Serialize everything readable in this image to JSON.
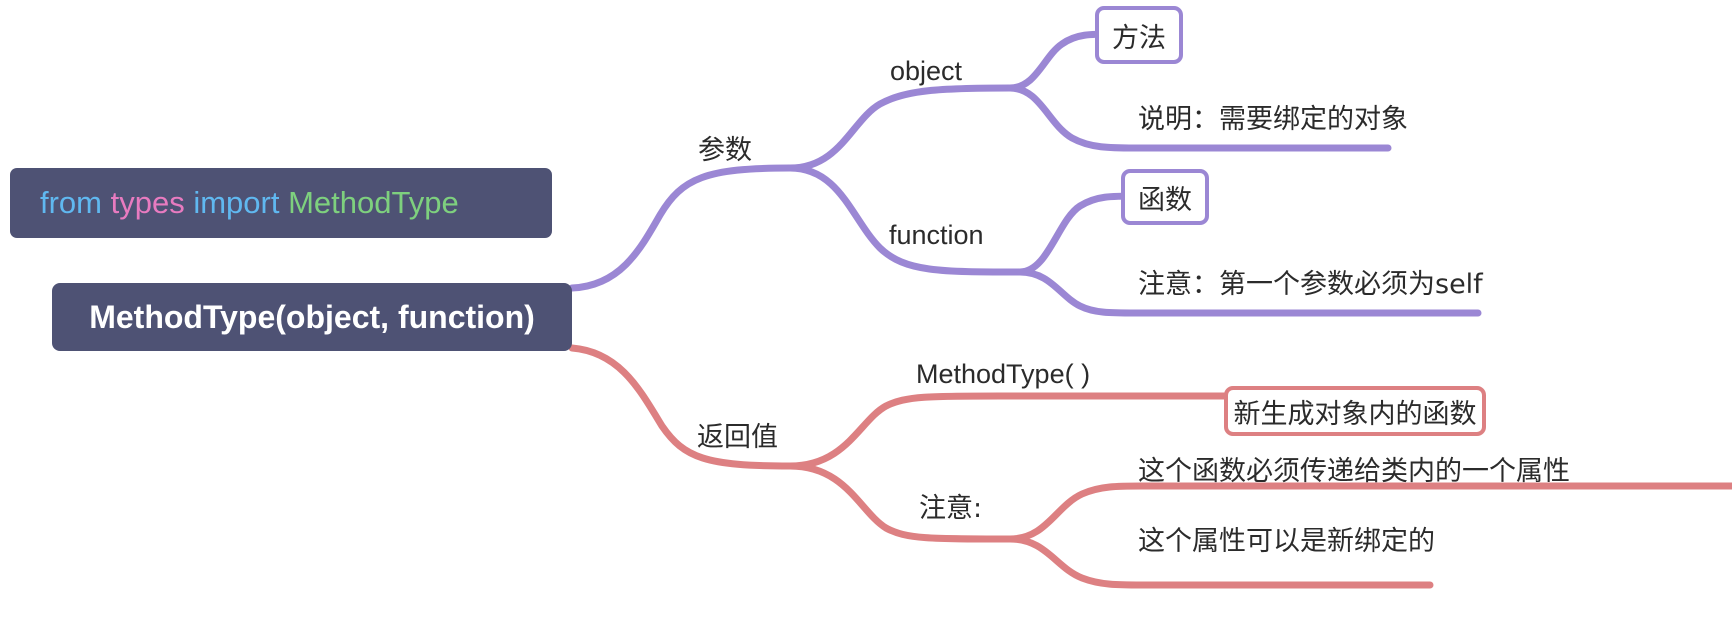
{
  "diagram": {
    "type": "mindmap",
    "title": "MethodType mind map",
    "colors": {
      "node_fill": "#4e5274",
      "node_text": "#ffffff",
      "purple_branch": "#9b87d4",
      "red_branch": "#dd8082",
      "label_text": "#2b2b2b",
      "background": "#ffffff",
      "code_keyword": "#60b8f0",
      "code_module": "#e87bc0",
      "code_name": "#7ed07e"
    }
  },
  "code_node": {
    "name": "import-statement",
    "tokens": [
      {
        "text": "from ",
        "color": "#60b8f0"
      },
      {
        "text": "types ",
        "color": "#e87bc0"
      },
      {
        "text": "import ",
        "color": "#60b8f0"
      },
      {
        "text": "MethodType",
        "color": "#7ed07e"
      }
    ],
    "full_text": "from types import MethodType"
  },
  "root_node": {
    "name": "root",
    "label": "MethodType(object, function)"
  },
  "branches": [
    {
      "id": "params",
      "label": "参数",
      "color": "#9b87d4",
      "children": [
        {
          "id": "object",
          "label": "object",
          "children": [
            {
              "id": "object-box",
              "label": "方法",
              "style": "boxed"
            },
            {
              "id": "object-note",
              "label": "说明：需要绑定的对象",
              "style": "underline"
            }
          ]
        },
        {
          "id": "function",
          "label": "function",
          "children": [
            {
              "id": "function-box",
              "label": "函数",
              "style": "boxed"
            },
            {
              "id": "function-note",
              "label": "注意：第一个参数必须为self",
              "style": "underline"
            }
          ]
        }
      ]
    },
    {
      "id": "return",
      "label": "返回值",
      "color": "#dd8082",
      "children": [
        {
          "id": "methodtype-call",
          "label": "MethodType( )",
          "children": [
            {
              "id": "call-box",
              "label": "新生成对象内的函数",
              "style": "boxed"
            }
          ]
        },
        {
          "id": "return-note",
          "label": "注意:",
          "children": [
            {
              "id": "note-1",
              "label": "这个函数必须传递给类内的一个属性",
              "style": "underline"
            },
            {
              "id": "note-2",
              "label": "这个属性可以是新绑定的",
              "style": "underline"
            }
          ]
        }
      ]
    }
  ]
}
